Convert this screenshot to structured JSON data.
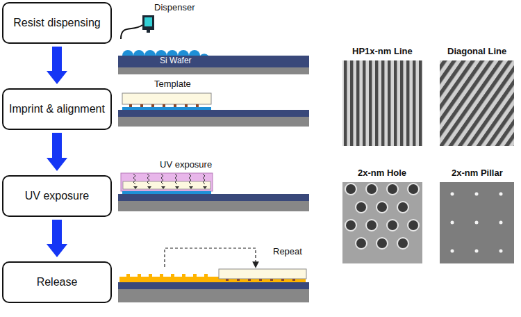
{
  "diagram": {
    "nodes": [
      {
        "text": [
          "Resist dispensing"
        ]
      },
      {
        "text": [
          "Imprint & alignment"
        ]
      },
      {
        "text": [
          "UV exposure"
        ]
      },
      {
        "text": [
          "Release"
        ]
      }
    ],
    "edges": [
      {
        "from": 0,
        "to": 1,
        "arrow": "to"
      },
      {
        "from": 1,
        "to": 2,
        "arrow": "to"
      },
      {
        "from": 2,
        "to": 3,
        "arrow": "to"
      }
    ],
    "labels": [
      "Dispenser",
      "Si Wafer",
      "Template",
      "UV exposure",
      "Repeat",
      "HP1x-nm Line",
      "Diagonal Line",
      "2x-nm Hole",
      "2x-nm Pillar"
    ]
  }
}
